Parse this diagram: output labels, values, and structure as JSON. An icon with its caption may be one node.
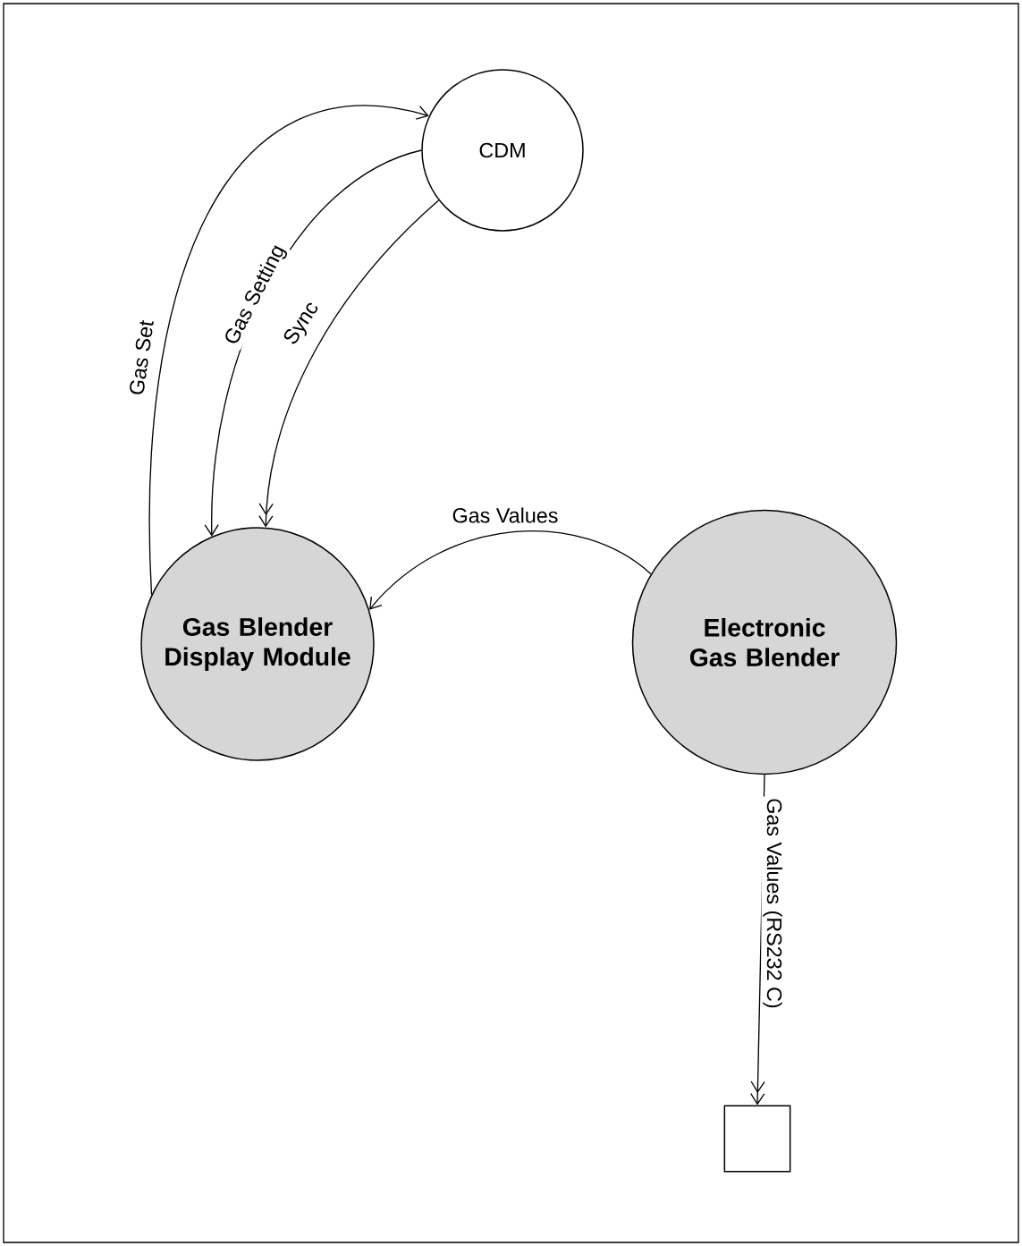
{
  "diagram": {
    "nodes": [
      {
        "text": [
          "CDM"
        ]
      },
      {
        "text": [
          "Gas Blender Display Module"
        ]
      },
      {
        "text": [
          "Electronic Gas Blender"
        ]
      },
      {
        "text": [],
        "shape": "box"
      }
    ],
    "edges": [
      {
        "from": 1,
        "to": 0,
        "arrow": "to",
        "label": "Gas Set"
      },
      {
        "from": 0,
        "to": 1,
        "arrow": "to",
        "label": "Gas Setting"
      },
      {
        "from": 0,
        "to": 1,
        "arrow": "to",
        "label": "Sync"
      },
      {
        "from": 2,
        "to": 1,
        "arrow": "to",
        "label": "Gas Values"
      },
      {
        "from": 2,
        "to": 3,
        "arrow": "to",
        "label": "Gas Values (RS232 C)"
      }
    ]
  }
}
